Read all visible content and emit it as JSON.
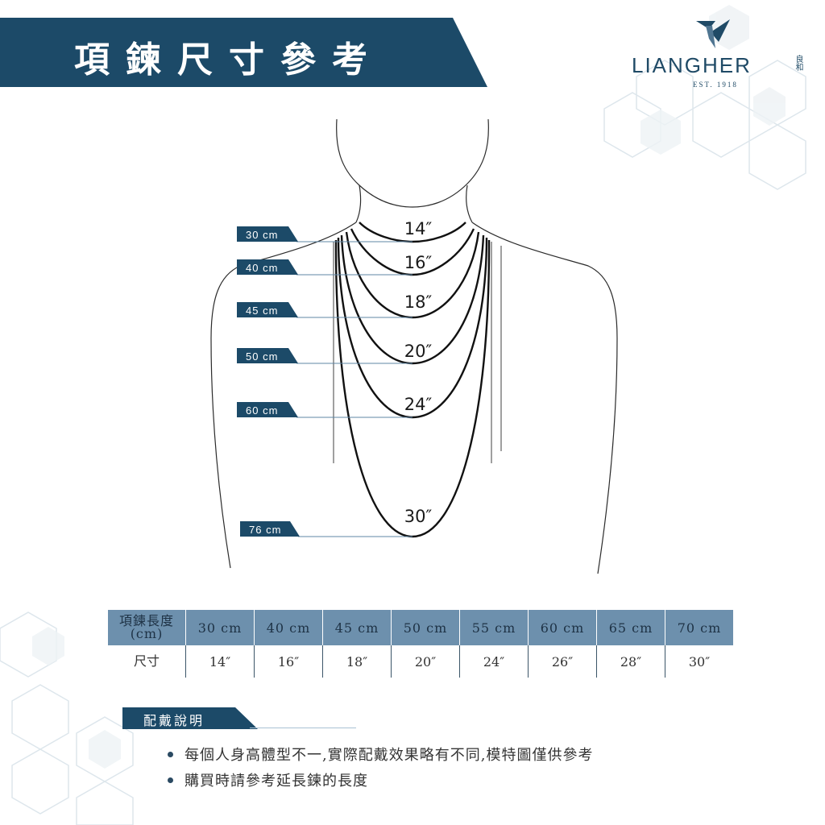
{
  "title": "項鍊尺寸參考",
  "brand": {
    "name": "LIANGHER",
    "name_cn": "良和",
    "est": "EST. 1918"
  },
  "labels": [
    {
      "cm": "30 cm",
      "inch": "14″"
    },
    {
      "cm": "40 cm",
      "inch": "16″"
    },
    {
      "cm": "45 cm",
      "inch": "18″"
    },
    {
      "cm": "50 cm",
      "inch": "20″"
    },
    {
      "cm": "60 cm",
      "inch": "24″"
    },
    {
      "cm": "76 cm",
      "inch": "30″"
    }
  ],
  "table": {
    "header_label": "項鍊長度",
    "header_unit": "(cm)",
    "row_label": "尺寸",
    "cm": [
      "30 cm",
      "40 cm",
      "45 cm",
      "50 cm",
      "55 cm",
      "60 cm",
      "65 cm",
      "70 cm"
    ],
    "inch": [
      "14″",
      "16″",
      "18″",
      "20″",
      "24″",
      "26″",
      "28″",
      "30″"
    ]
  },
  "wearing": {
    "title": "配戴說明",
    "notes": [
      "每個人身高體型不一,實際配戴效果略有不同,模特圖僅供參考",
      "購買時請參考延長鍊的長度"
    ]
  },
  "colors": {
    "navy": "#1c4a68",
    "table_header": "#6d90ad",
    "hex_lines": "#dbe4ea"
  }
}
